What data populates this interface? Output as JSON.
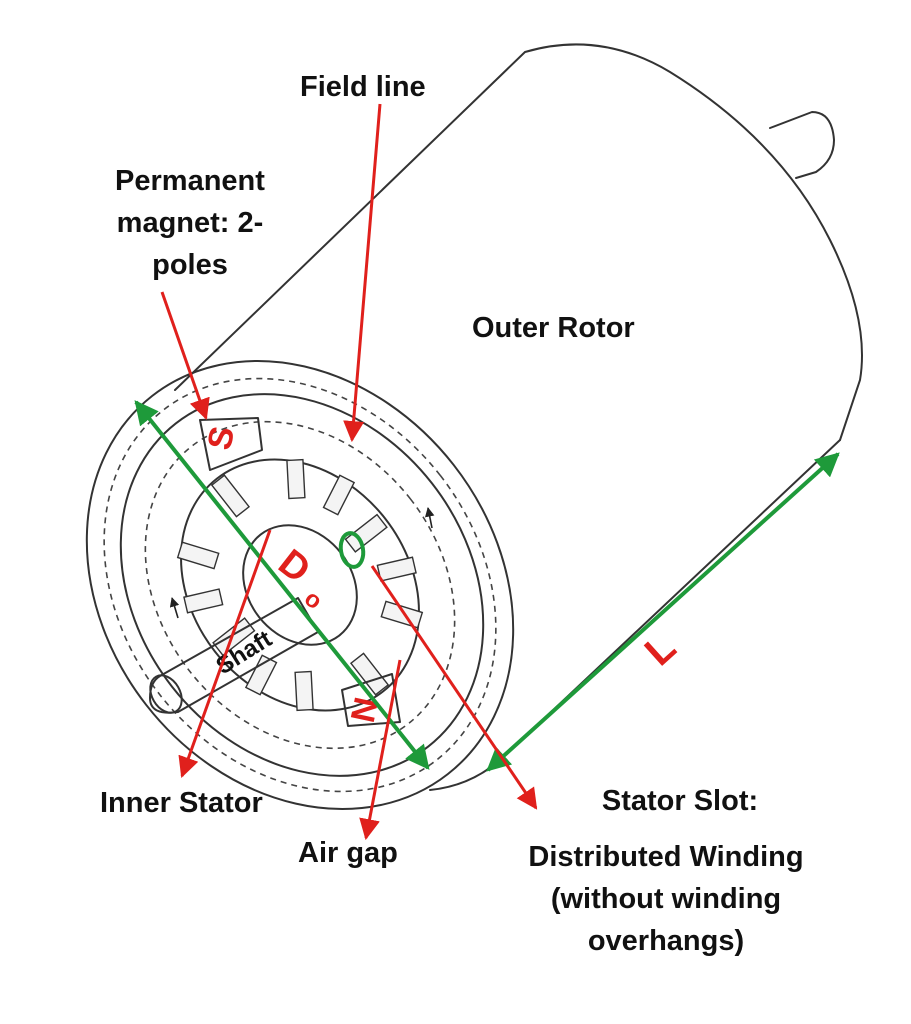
{
  "labels": {
    "field_line": "Field line",
    "permanent_magnet": [
      "Permanent",
      "magnet: 2-",
      "poles"
    ],
    "outer_rotor": "Outer Rotor",
    "inner_stator": "Inner Stator",
    "air_gap": "Air gap",
    "stator_slot": [
      "Stator Slot:",
      "Distributed Winding",
      "(without winding",
      "overhangs)"
    ],
    "shaft": "Shaft",
    "pole_s": "S",
    "pole_n": "N",
    "diameter_symbol": "D",
    "diameter_subscript": "o",
    "length_symbol": "L"
  },
  "colors": {
    "callout_arrow": "#e0201c",
    "dimension_arrow": "#1e9a3a",
    "pole_text": "#e0201c",
    "outline": "#333333",
    "label_text": "#111111"
  }
}
